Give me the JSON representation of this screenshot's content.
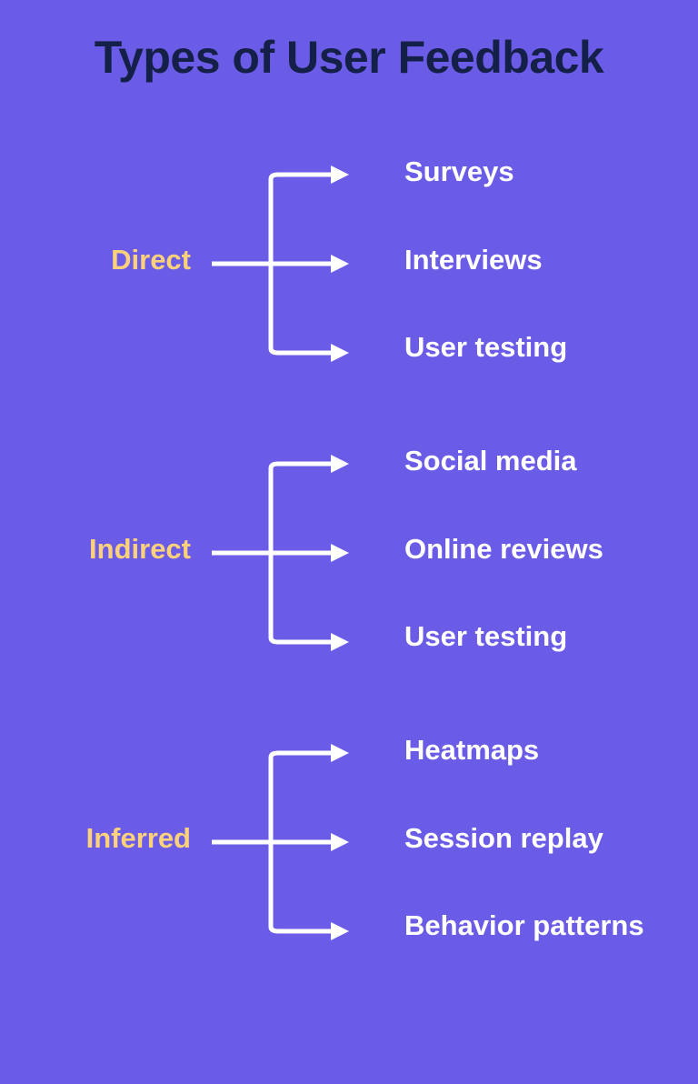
{
  "title": "Types of User Feedback",
  "colors": {
    "background": "#6B5CE7",
    "title": "#152049",
    "category_label": "#FBD17B",
    "item_text": "#FFFFFF",
    "connector": "#FFFFFF"
  },
  "diagram": {
    "type": "bracket-tree",
    "groups": [
      {
        "label": "Direct",
        "items": [
          "Surveys",
          "Interviews",
          "User testing"
        ]
      },
      {
        "label": "Indirect",
        "items": [
          "Social media",
          "Online reviews",
          "User testing"
        ]
      },
      {
        "label": "Inferred",
        "items": [
          "Heatmaps",
          "Session replay",
          "Behavior patterns"
        ]
      }
    ]
  }
}
